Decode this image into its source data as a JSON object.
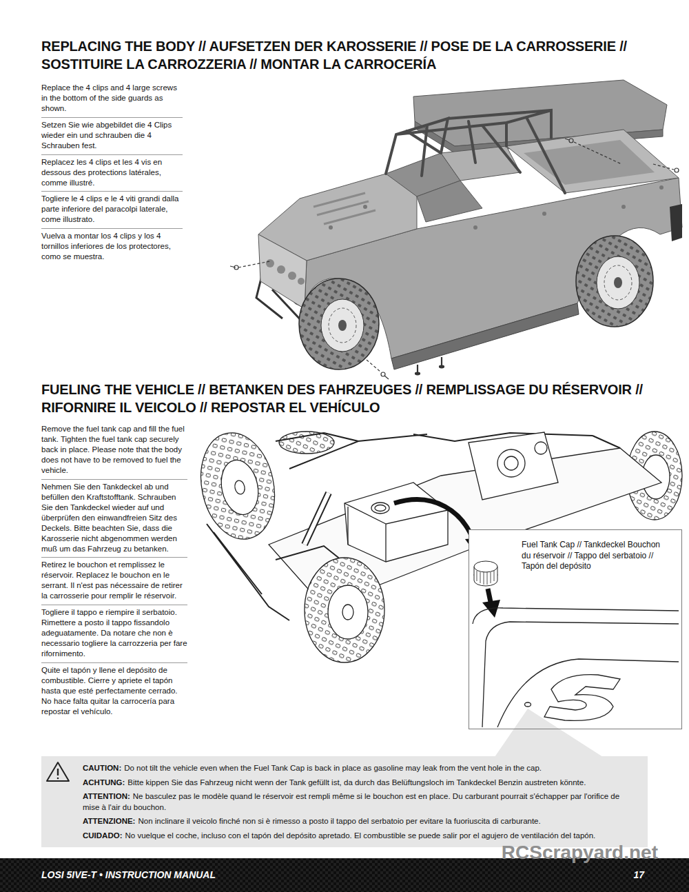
{
  "diagram": {
    "title": "REPLACING THE BODY // AUFSETZEN DER KAROSSERIE // POSE DE LA CARROSSERIE // SOSTITUIRE LA CARROZZERIA // MONTAR LA CARROCERÍA",
    "nodes": [
      {
        "text": [
          "Fuel Tank Cap // Tankdeckel Bouchon du réservoir // Tappo del serbatoio // Tapón del depósito"
        ]
      },
      {
        "text": [
          "CAUTION:",
          "Do not tilt the vehicle even when the Fuel Tank Cap is back in place as gasoline may leak from the vent hole in the cap.",
          "ACHTUNG:",
          "Bitte kippen Sie das Fahrzeug nicht wenn der Tank gefüllt ist, da durch das Belüftungsloch im Tankdeckel Benzin austreten könnte.",
          "ATTENTION:",
          "Ne basculez pas le modèle quand le réservoir est rempli même si le bouchon est en place. Du carburant pourrait s'échapper par l'orifice de mise à l'air du bouchon.",
          "ATTENZIONE:",
          "Non inclinare il veicolo finché non si è rimesso a posto il tappo del serbatoio per evitare la fuoriuscita di carburante.",
          "CUIDADO:",
          "No vuelque el coche, incluso con el tapón del depósito apretado. El combustible se puede salir por el agujero de ventilación del tapón."
        ]
      }
    ],
    "labels": [
      "FUELING THE VEHICLE // BETANKEN DES FAHRZEUGES // REMPLISSAGE DU RÉSERVOIR // RIFORNIRE IL VEICOLO // REPOSTAR EL VEHÍCULO",
      "Replace the 4 clips and 4 large screws in the bottom of the side guards as shown.",
      "Setzen Sie wie abgebildet die 4 Clips wieder ein und schrauben die 4 Schrauben fest.",
      "Replacez les 4 clips et les 4 vis en dessous des protections latérales, comme illustré.",
      "Togliere le 4 clips e le 4 viti grandi dalla parte inferiore del paracolpi laterale, come illustrato.",
      "Vuelva a montar los 4 clips y los 4 tornillos inferiores de los protectores, como se muestra.",
      "Remove the fuel tank cap and fill the fuel tank. Tighten the fuel tank cap securely back in place. Please note that the body does not have to be removed to fuel the vehicle.",
      "Nehmen Sie den Tankdeckel ab und befüllen den Kraftstofftank. Schrauben Sie den Tankdeckel wieder auf und überprüfen den einwandfreien Sitz des Deckels. Bitte beachten Sie, dass die Karosserie nicht abgenommen werden muß um das Fahrzeug zu betanken.",
      "Retirez le bouchon et remplissez le réservoir. Replacez le bouchon en le serrant. Il n'est pas nécessaire de retirer la carrosserie pour remplir le réservoir.",
      "Togliere il tappo e riempire il serbatoio. Rimettere a posto il tappo fissandolo adeguatamente. Da notare che non è necessario togliere la carrozzeria per fare rifornimento.",
      "Quite el tapón y llene el depósito de combustible. Cierre y apriete el tapón hasta que esté perfectamente cerrado. No hace falta quitar la carrocería para repostar el vehículo.",
      "LOSI 5IVE-T • INSTRUCTION MANUAL",
      "17",
      "RCScrapyard.net"
    ]
  }
}
